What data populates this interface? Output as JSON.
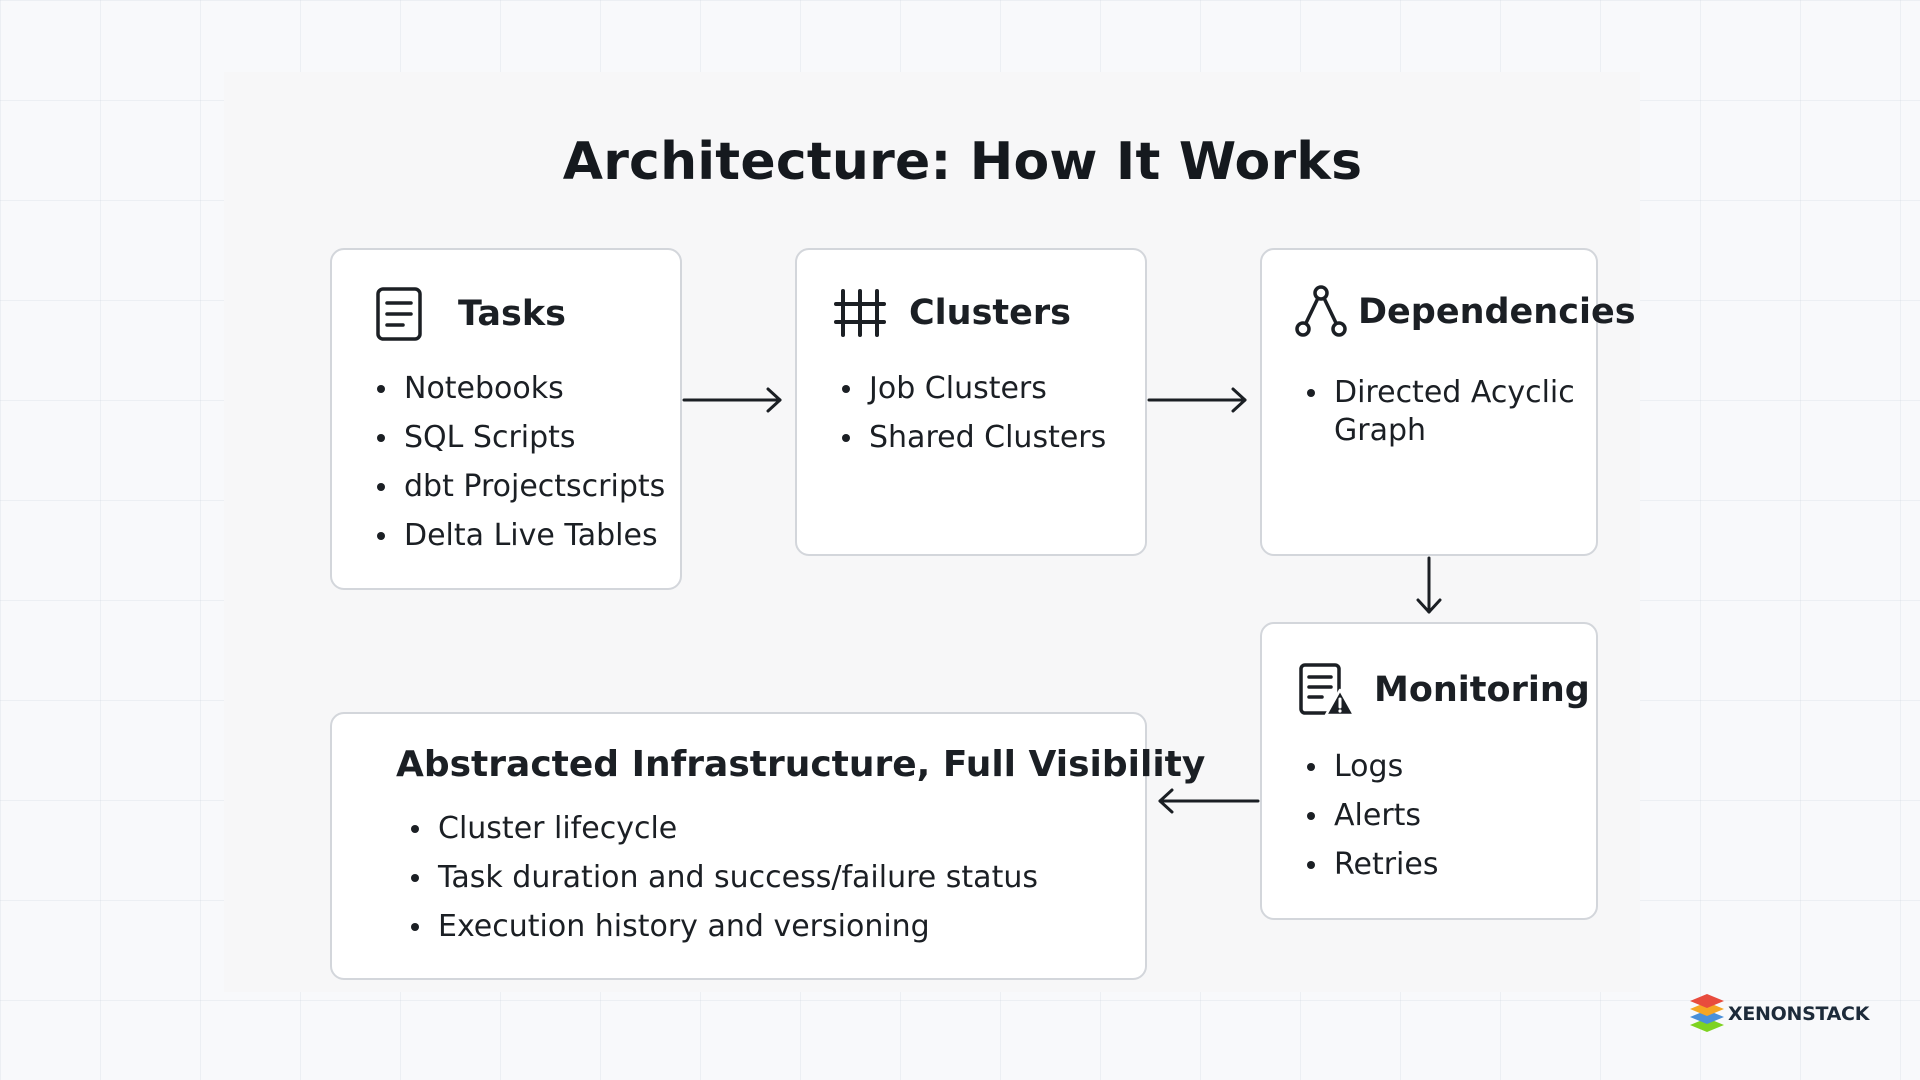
{
  "title": "Architecture: How It Works",
  "cards": {
    "tasks": {
      "icon": "document-icon",
      "title": "Tasks",
      "items": [
        "Notebooks",
        "SQL Scripts",
        "dbt Projectscripts",
        "Delta Live Tables"
      ]
    },
    "clusters": {
      "icon": "hash-grid-icon",
      "title": "Clusters",
      "items": [
        "Job Clusters",
        "Shared Clusters"
      ]
    },
    "dependencies": {
      "icon": "dag-nodes-icon",
      "title": "Dependencies",
      "items": [
        "Directed Acyclic Graph"
      ]
    },
    "monitoring": {
      "icon": "document-warning-icon",
      "title": "Monitoring",
      "items": [
        "Logs",
        "Alerts",
        "Retries"
      ]
    },
    "summary": {
      "title": "Abstracted Infrastructure, Full Visibility",
      "items": [
        "Cluster lifecycle",
        "Task duration and success/failure status",
        "Execution history and versioning"
      ]
    }
  },
  "connectors": [
    {
      "from": "tasks",
      "to": "clusters"
    },
    {
      "from": "clusters",
      "to": "dependencies"
    },
    {
      "from": "dependencies",
      "to": "monitoring"
    },
    {
      "from": "monitoring",
      "to": "summary"
    }
  ],
  "logo": {
    "text": "XENONSTACK",
    "colors": [
      "#e84c3d",
      "#f5a623",
      "#4a90d9",
      "#7ed321"
    ]
  },
  "colors": {
    "text": "#1b1f24",
    "card_border": "#d3d6db",
    "card_background": "#ffffff",
    "panel_background": "#f7f7f8"
  }
}
